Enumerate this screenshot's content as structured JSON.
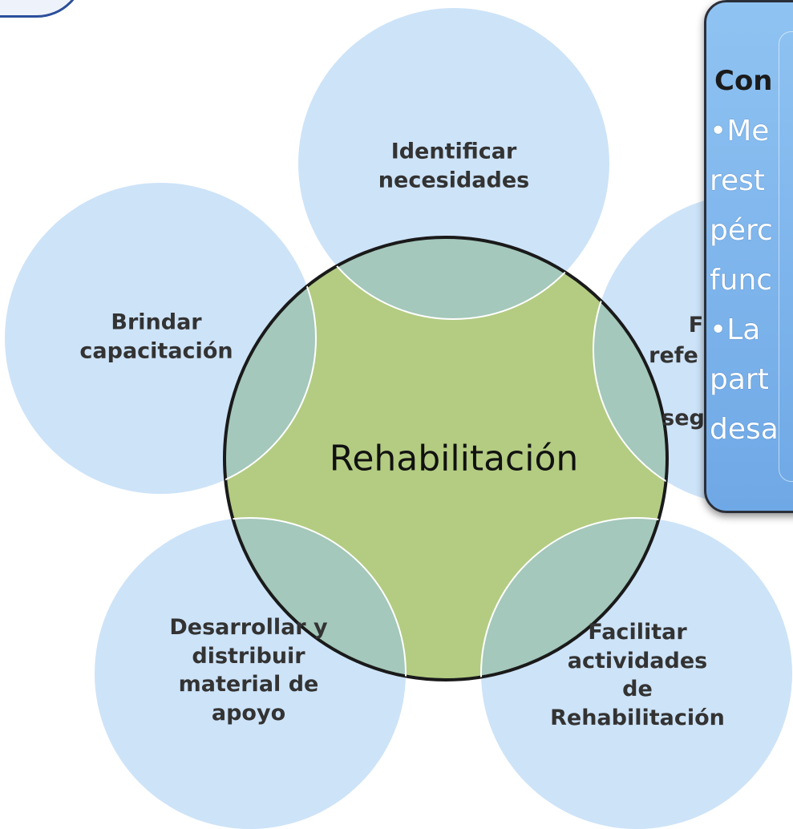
{
  "diagram": {
    "center_label": "Rehabilitación",
    "nodes": {
      "identificar": [
        "Identificar",
        "necesidades"
      ],
      "brindar": [
        "Brindar",
        "capacitación"
      ],
      "desarrollar": [
        "Desarrollar y",
        "distribuir",
        "material de",
        "apoyo"
      ],
      "facilitar_actividades": [
        "Facilitar",
        "actividades de",
        "Rehabilitación"
      ],
      "facilitar_referencia_fragments": [
        "F",
        "refe",
        "seg"
      ]
    }
  },
  "concept_box": {
    "title": "Con",
    "lines": [
      "•Me",
      "rest",
      "pérc",
      "func",
      "•La",
      "part",
      "desa"
    ]
  },
  "colors": {
    "outer_circle": "#cde3f8",
    "center_circle": "#b3cc82",
    "overlap": "#a4c8bb",
    "center_outline": "#1a1a1a",
    "concept_box": "#78b0ea"
  }
}
